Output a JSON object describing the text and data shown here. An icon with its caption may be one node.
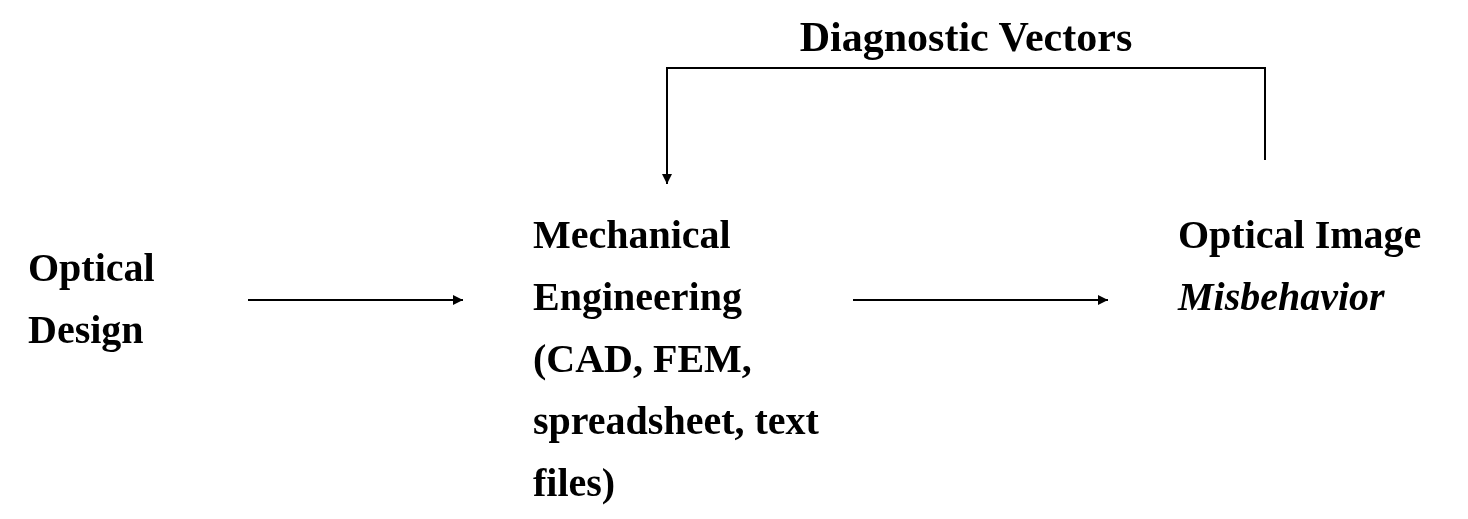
{
  "diagram": {
    "nodes": [
      {
        "text": [
          "Optical Design"
        ]
      },
      {
        "text": [
          "Mechanical Engineering (CAD, FEM, spreadsheet, text files)"
        ]
      },
      {
        "text": [
          "Optical Image *Misbehavior*"
        ]
      }
    ],
    "edges": [
      {
        "from": 0,
        "to": 1,
        "arrow": "to"
      },
      {
        "from": 1,
        "to": 2,
        "arrow": "to"
      },
      {
        "from": 2,
        "to": 1,
        "arrow": "to",
        "label": "Diagnostic Vectors"
      }
    ]
  }
}
